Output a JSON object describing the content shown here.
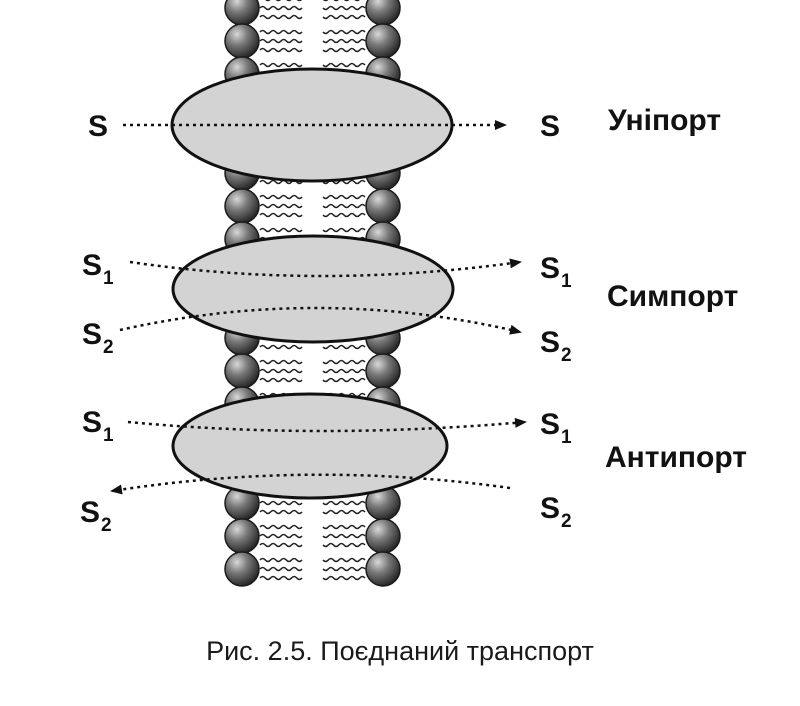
{
  "uniport": {
    "left_label": "S",
    "right_label": "S",
    "title": "Уніпорт"
  },
  "symport": {
    "s1_left": "S",
    "s1_left_sub": "1",
    "s2_left": "S",
    "s2_left_sub": "2",
    "s1_right": "S",
    "s1_right_sub": "1",
    "s2_right": "S",
    "s2_right_sub": "2",
    "title": "Симпорт"
  },
  "antiport": {
    "s1_left": "S",
    "s1_left_sub": "1",
    "s2_left": "S",
    "s2_left_sub": "2",
    "s1_right": "S",
    "s1_right_sub": "1",
    "s2_right": "S",
    "s2_right_sub": "2",
    "title": "Антипорт"
  },
  "caption": "Рис. 2.5. Поєднаний транспорт",
  "colors": {
    "protein_fill": "#d3d3d3",
    "outline": "#111111",
    "head_fill": "#6a6a6a"
  }
}
